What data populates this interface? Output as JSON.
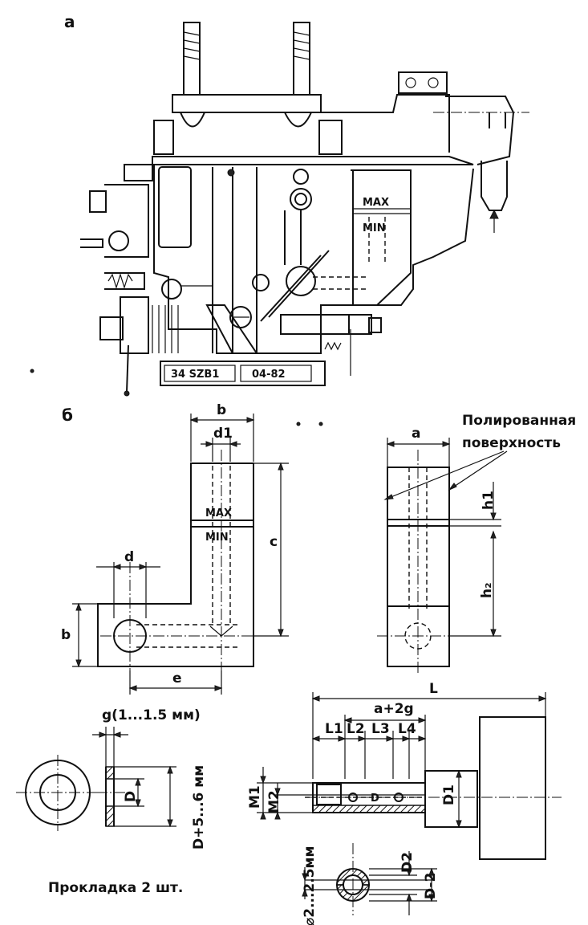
{
  "figure": {
    "label_a": "а",
    "label_b": "б"
  },
  "carburetor": {
    "plate_left": "34 SZB1",
    "plate_right": "04-82",
    "level_max": "MAX",
    "level_min": "MIN"
  },
  "tube": {
    "dim_b_top": "b",
    "dim_d1": "d1",
    "dim_c": "c",
    "dim_d": "d",
    "dim_b_side": "b",
    "dim_e": "e",
    "level_max": "MAX",
    "level_min": "MIN"
  },
  "side_view": {
    "dim_a": "a",
    "dim_h1": "h1",
    "dim_h2": "h₂",
    "note_line1": "Полированная",
    "note_line2": "поверхность"
  },
  "gasket": {
    "dim_g": "g(1...1.5 мм)",
    "dim_D": "D",
    "dim_D_outer": "D+5...6 мм",
    "caption": "Прокладка 2 шт."
  },
  "bolt": {
    "dim_L": "L",
    "dim_a2g": "a+2g",
    "dim_L1": "L1",
    "dim_L2": "L2",
    "dim_L3": "L3",
    "dim_L4": "L4",
    "dim_M1": "M1",
    "dim_M2": "M2",
    "dim_D1": "D1",
    "dim_D2": "D2",
    "dim_D_minus2": "D-2",
    "dim_hole": "⌀2...2.5мм",
    "dim_small_D": "D"
  }
}
